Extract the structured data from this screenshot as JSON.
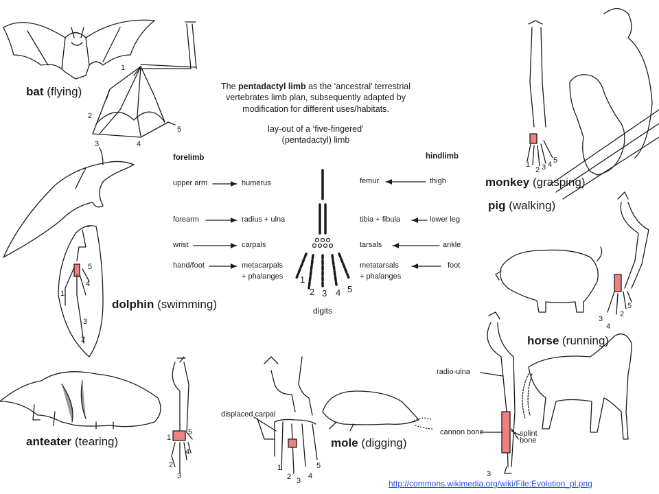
{
  "intro": {
    "line1_pre": "The ",
    "line1_bold": "pentadactyl limb",
    "line1_post": " as the ‘ancestral’ terrestrial",
    "line2": "vertebrates limb plan, subsequently adapted by",
    "line3": "modification for different uses/habitats.",
    "layout1": "lay-out of a ‘five-fingered’",
    "layout2": "(pentadactyl) limb"
  },
  "forelimb": {
    "heading": "forelimb",
    "rows": [
      {
        "common": "upper arm",
        "bone": "humerus"
      },
      {
        "common": "forearm",
        "bone": "radius + ulna"
      },
      {
        "common": "wrist",
        "bone": "carpals"
      },
      {
        "common": "hand/foot",
        "bone": "metacarpals",
        "bone2": "+ phalanges"
      }
    ]
  },
  "hindlimb": {
    "heading": "hindlimb",
    "rows": [
      {
        "bone": "femur",
        "common": "thigh"
      },
      {
        "bone": "tibia + fibula",
        "common": "lower leg"
      },
      {
        "bone": "tarsals",
        "common": "ankle"
      },
      {
        "bone": "metatarsals",
        "bone2": "+ phalanges",
        "common": "foot"
      }
    ]
  },
  "digits": {
    "label": "digits",
    "numbers": [
      "1",
      "2",
      "3",
      "4",
      "5"
    ]
  },
  "animals": {
    "bat": {
      "name": "bat",
      "use": " (flying)",
      "nums": [
        "1",
        "2",
        "3",
        "4",
        "5"
      ]
    },
    "dolphin": {
      "name": "dolphin",
      "use": " (swimming)",
      "nums": [
        "5",
        "4",
        "1",
        "3",
        "2"
      ]
    },
    "anteater": {
      "name": "anteater",
      "use": " (tearing)",
      "nums": [
        "1",
        "5",
        "4",
        "2",
        "3"
      ]
    },
    "mole": {
      "name": "mole",
      "use": " (digging)",
      "annotation": "displaced carpal",
      "nums": [
        "1",
        "2",
        "3",
        "4",
        "5"
      ]
    },
    "monkey": {
      "name": "monkey",
      "use": " (grasping)",
      "nums": [
        "1",
        "2",
        "3",
        "4",
        "5"
      ]
    },
    "pig": {
      "name": "pig",
      "use": " (walking)",
      "nums": [
        "3",
        "2",
        "5",
        "4"
      ]
    },
    "horse": {
      "name": "horse",
      "use": " (running)",
      "annotations": [
        "radio-ulna",
        "cannon bone",
        "splint",
        "bone"
      ],
      "nums": [
        "3"
      ]
    }
  },
  "credit": "http://commons.wikimedia.org/wiki/File:Evolution_pl.png",
  "colors": {
    "highlight": "#f08080",
    "ink": "#1a1a1a",
    "link": "#2b4fd6"
  }
}
